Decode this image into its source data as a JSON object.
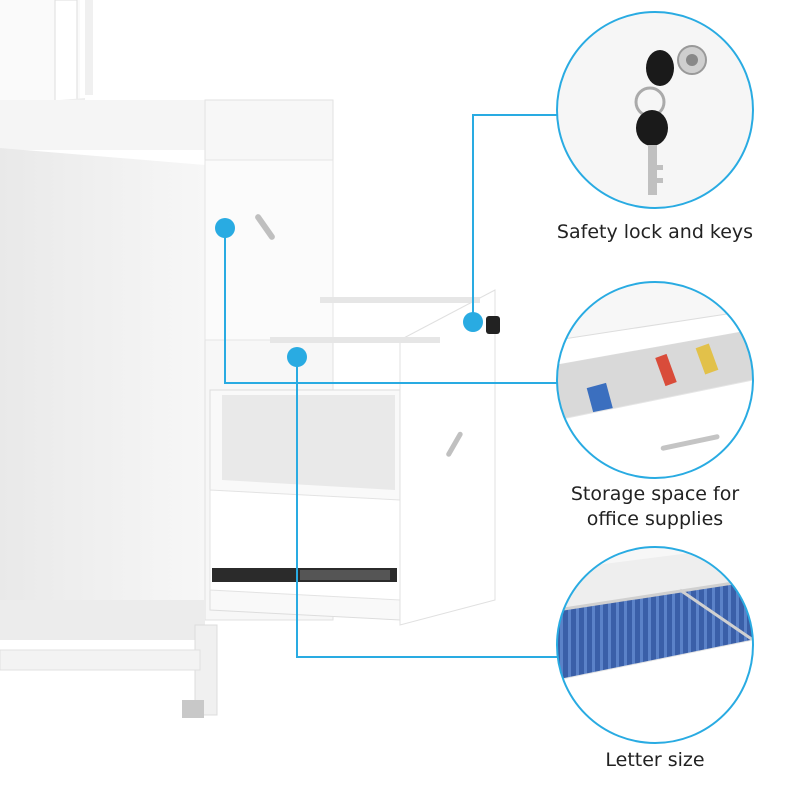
{
  "features": [
    {
      "name": "lock",
      "label": "Safety lock and keys",
      "icon": "lock-and-keys-icon"
    },
    {
      "name": "storage",
      "label_lines": [
        "Storage space for",
        "office supplies"
      ],
      "icon": "storage-drawer-icon"
    },
    {
      "name": "letter",
      "label": "Letter size",
      "icon": "hanging-folders-icon"
    }
  ],
  "colors": {
    "accent": "#29abe2",
    "background": "#ffffff",
    "cabinet": "#f2f2f2",
    "text": "#222222",
    "folder_blue": "#3a5fa8"
  }
}
